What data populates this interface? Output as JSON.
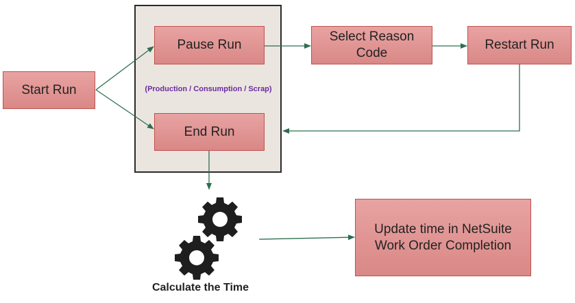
{
  "nodes": {
    "start_run": "Start Run",
    "pause_run": "Pause Run",
    "select_reason": "Select Reason Code",
    "restart_run": "Restart Run",
    "end_run": "End Run",
    "update_time": "Update time in NetSuite Work Order Completion"
  },
  "group_subtitle": "(Production /  Consumption / Scrap)",
  "calculate_label": "Calculate the Time",
  "colors": {
    "node_fill": "#e09594",
    "node_border": "#c0504d",
    "arrow": "#2e6e4f",
    "group_fill": "#ebe5e0",
    "subtitle": "#6a2b9e"
  }
}
